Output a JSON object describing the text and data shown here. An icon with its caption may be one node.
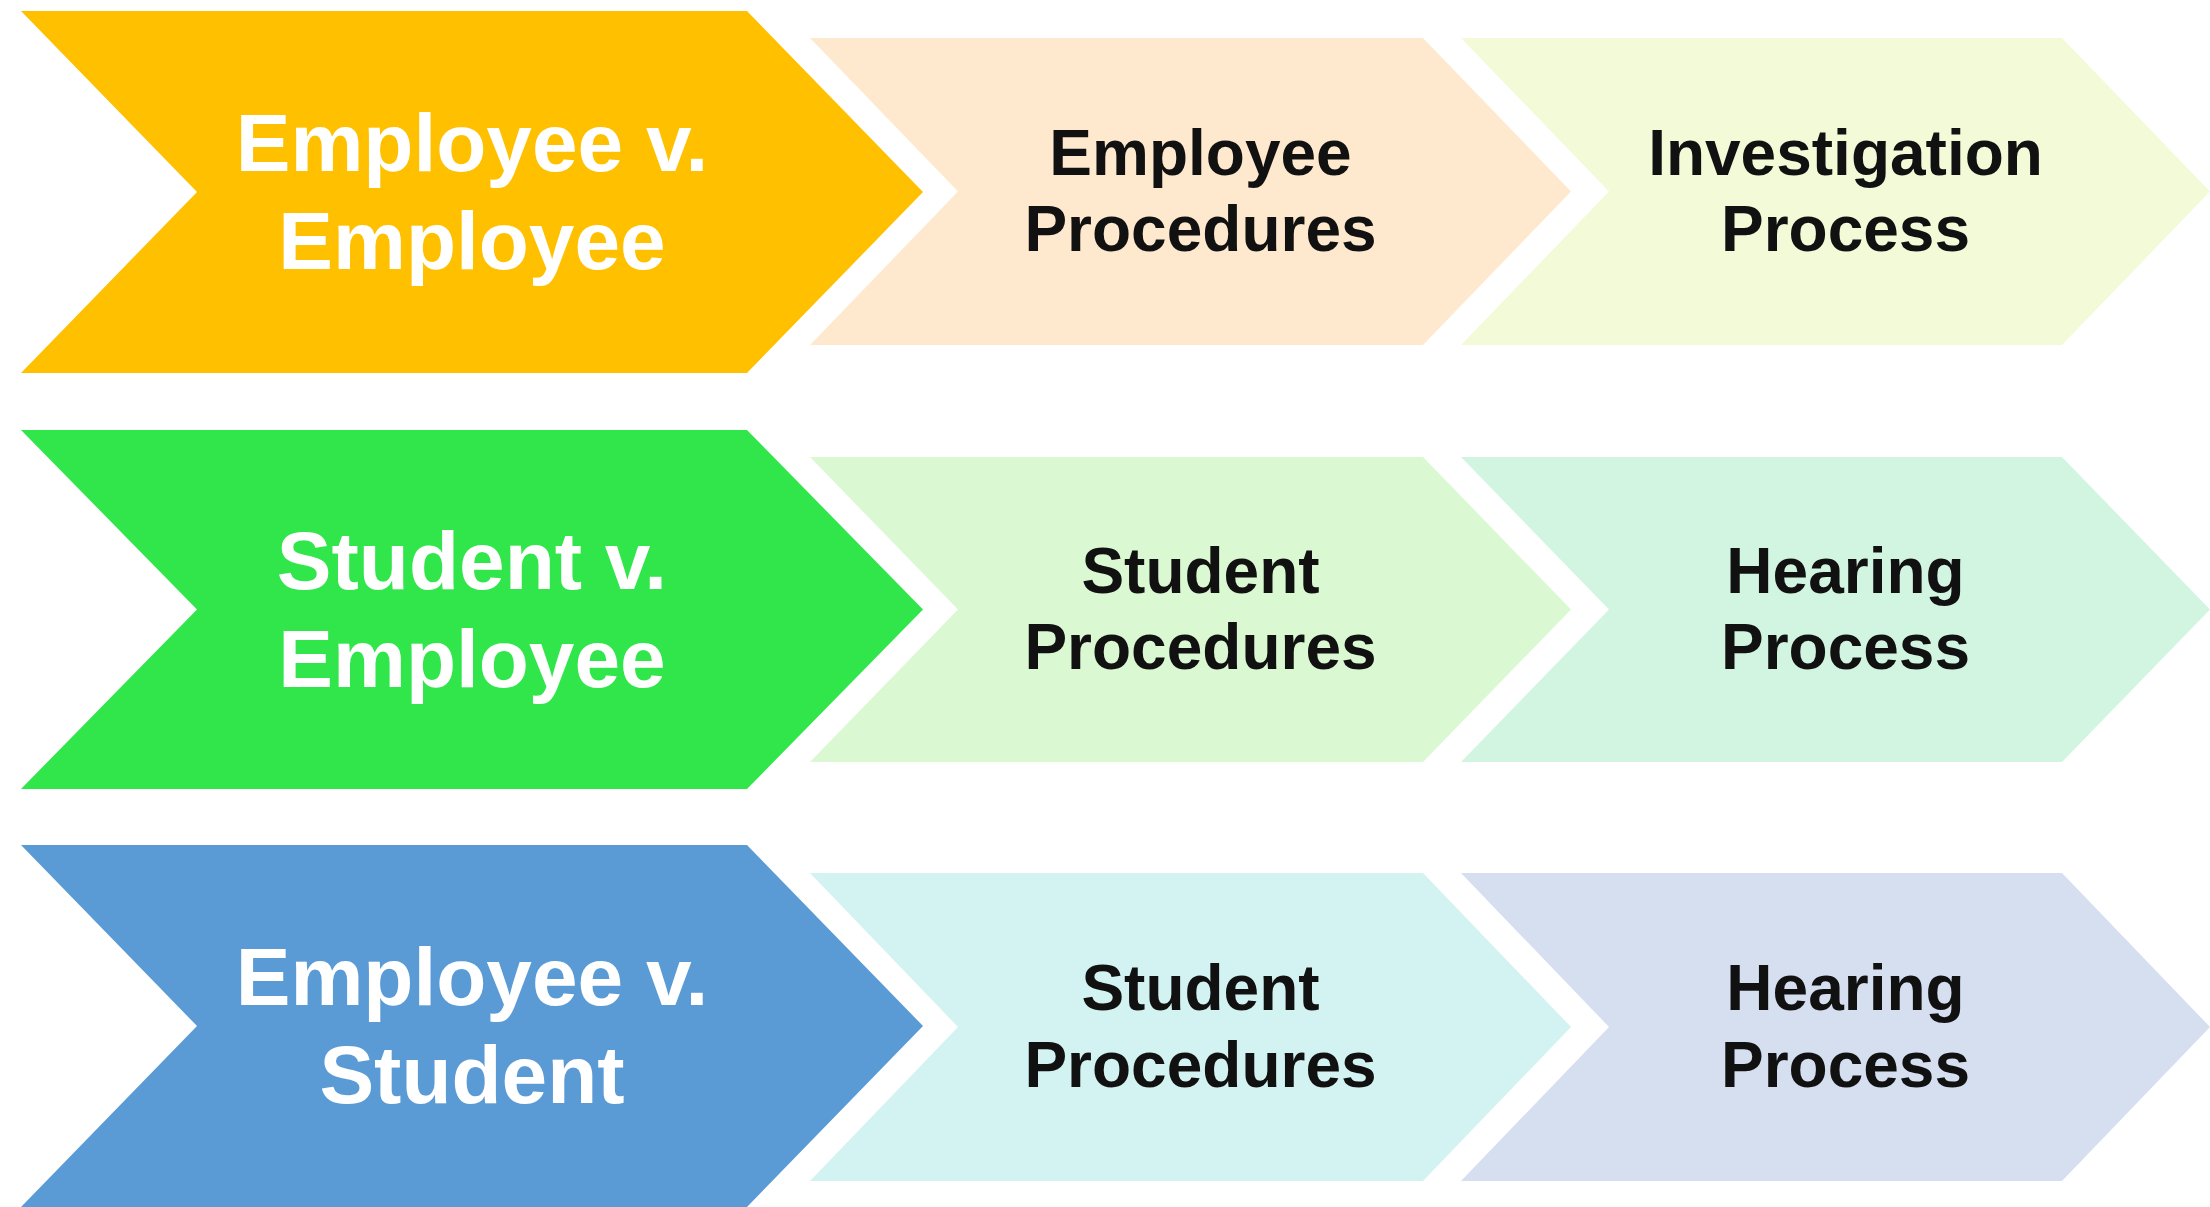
{
  "diagram": {
    "nodes": [
      {
        "text": [
          "Employee v. Employee"
        ]
      },
      {
        "text": [
          "Employee Procedures"
        ]
      },
      {
        "text": [
          "Investigation Process"
        ]
      },
      {
        "text": [
          "Student v. Employee"
        ]
      },
      {
        "text": [
          "Student Procedures"
        ]
      },
      {
        "text": [
          "Hearing Process"
        ]
      },
      {
        "text": [
          "Employee v. Student"
        ]
      },
      {
        "text": [
          "Student Procedures"
        ]
      },
      {
        "text": [
          "Hearing Process"
        ]
      }
    ]
  }
}
